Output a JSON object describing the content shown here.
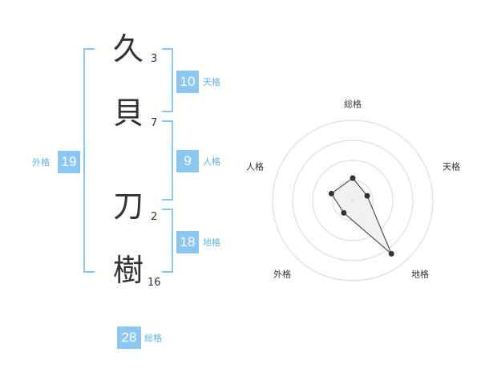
{
  "name": {
    "chars": [
      {
        "char": "久",
        "strokes": "3"
      },
      {
        "char": "貝",
        "strokes": "7"
      },
      {
        "char": "刀",
        "strokes": "2"
      },
      {
        "char": "樹",
        "strokes": "16"
      }
    ]
  },
  "kaku": {
    "tenkaku": {
      "value": "10",
      "label": "天格"
    },
    "jinkaku": {
      "value": "9",
      "label": "人格"
    },
    "chikaku": {
      "value": "18",
      "label": "地格"
    },
    "gaikaku": {
      "value": "19",
      "label": "外格"
    },
    "soukaku": {
      "value": "28",
      "label": "総格"
    }
  },
  "radar": {
    "axes": [
      "総格",
      "天格",
      "地格",
      "外格",
      "人格"
    ],
    "values": [
      0.28,
      0.19,
      0.82,
      0.19,
      0.28
    ],
    "colors": {
      "ring": "#d9d9d9",
      "fill": "#eeeeee",
      "line": "#333333",
      "point": "#333333"
    }
  },
  "colors": {
    "accent": "#8cc7f2",
    "label": "#5fb3ec"
  }
}
